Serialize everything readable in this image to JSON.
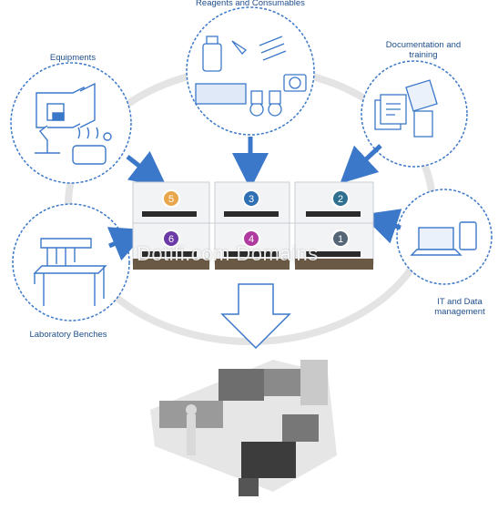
{
  "labels": {
    "reagents": "Reagents and Consumables",
    "equipments": "Equipments",
    "documentation": "Documentation and training",
    "benches": "Laboratory Benches",
    "it_data": "IT and Data management"
  },
  "crates": [
    {
      "number": "5",
      "color": "#e9a64a"
    },
    {
      "number": "3",
      "color": "#2f6fb3"
    },
    {
      "number": "2",
      "color": "#2f6f8f"
    },
    {
      "number": "6",
      "color": "#6b3aa6"
    },
    {
      "number": "4",
      "color": "#b03aa0"
    },
    {
      "number": "1",
      "color": "#556677"
    }
  ],
  "watermark": "Dotifi.com Domains",
  "colors": {
    "accent": "#3b78c9",
    "circle": "#3b78c9",
    "ring": "#e2e2e2"
  }
}
